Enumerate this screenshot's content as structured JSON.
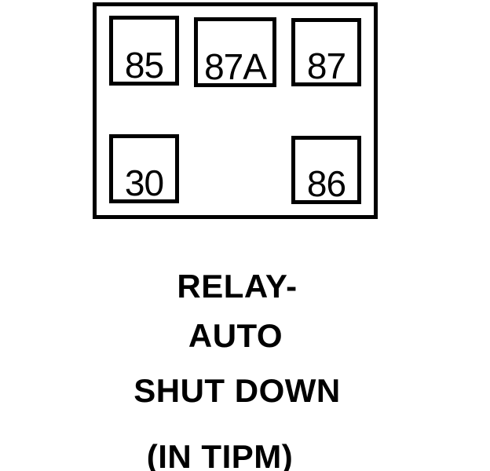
{
  "relay": {
    "pins": [
      {
        "id": "85",
        "label": "85"
      },
      {
        "id": "87a",
        "label": "87A"
      },
      {
        "id": "87",
        "label": "87"
      },
      {
        "id": "30",
        "label": "30"
      },
      {
        "id": "86",
        "label": "86"
      }
    ],
    "caption": {
      "line1": "RELAY-",
      "line2": "AUTO",
      "line3": "SHUT DOWN",
      "line4": "(IN TIPM)"
    }
  },
  "colors": {
    "ink": "#000000",
    "background": "#ffffff"
  }
}
